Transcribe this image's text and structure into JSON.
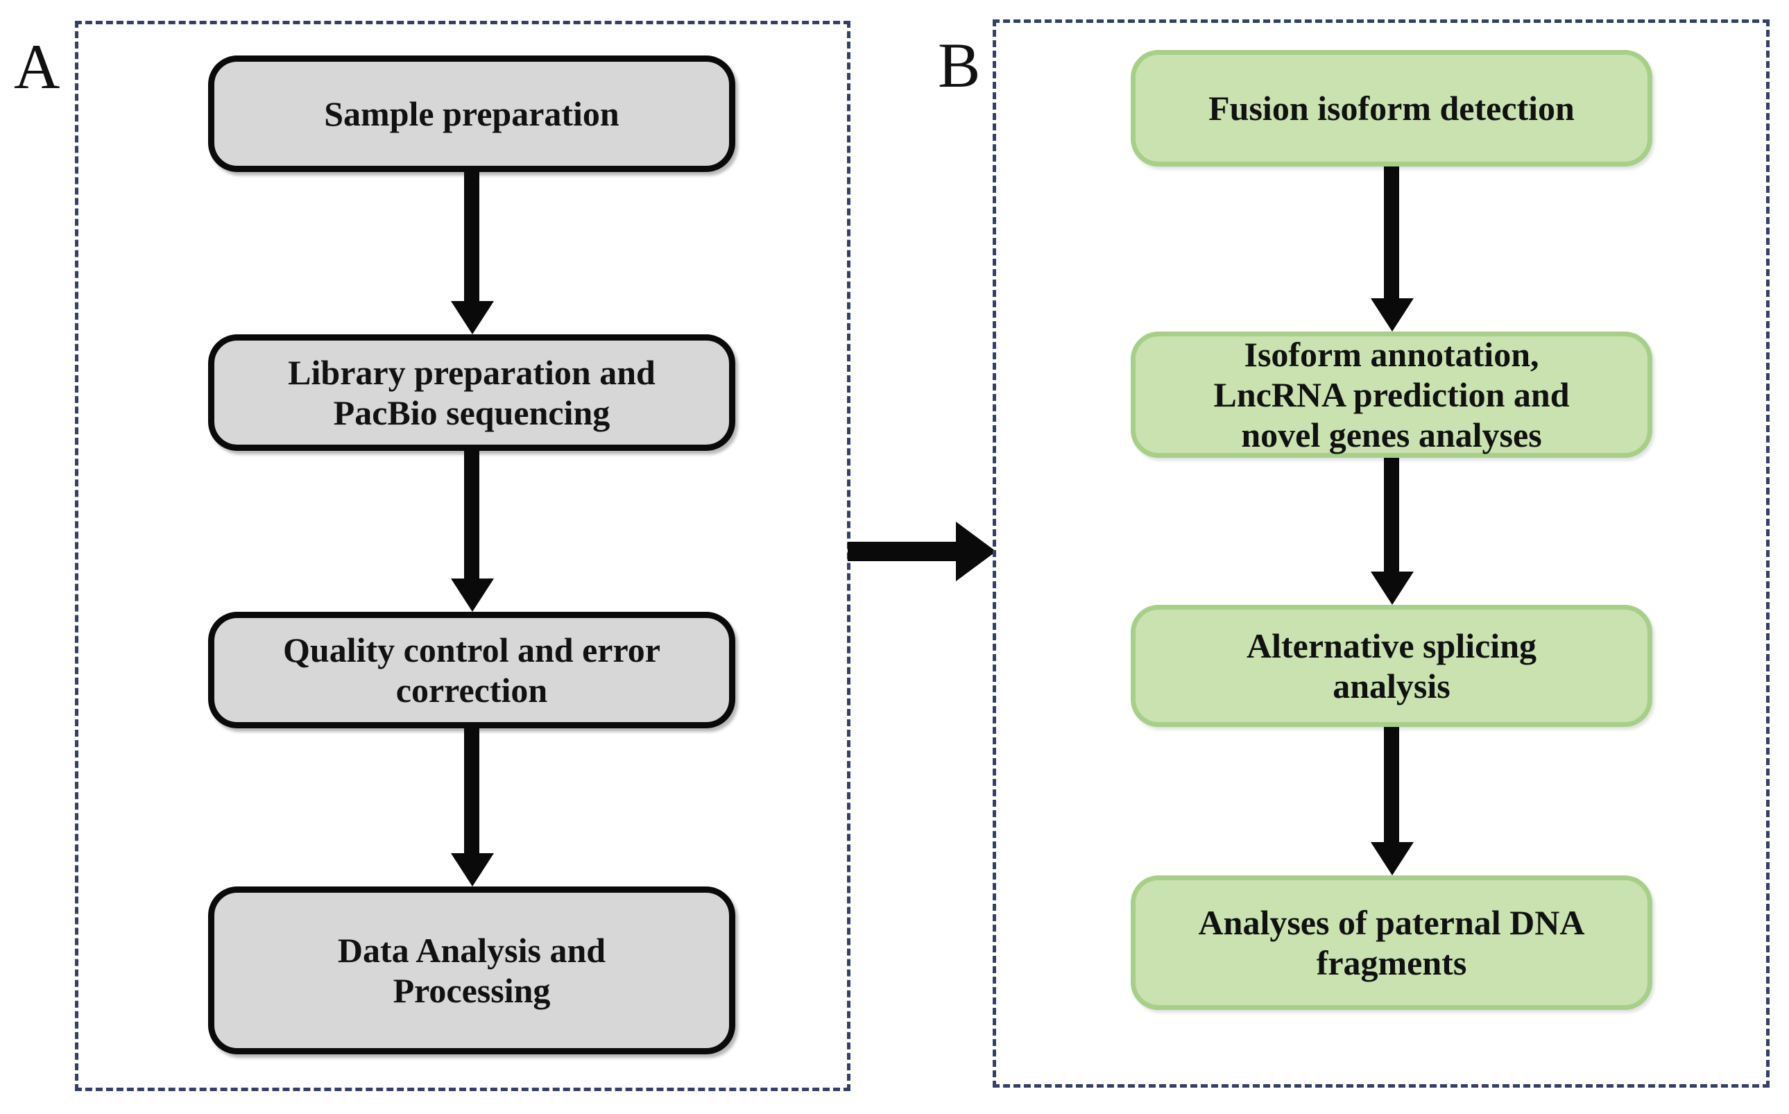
{
  "figure": {
    "type": "flowchart",
    "orientation": "two-panel-horizontal",
    "background_color": "#ffffff",
    "panel_border_color": "#33406b",
    "arrow_color": "#0a0a0a"
  },
  "panels": [
    {
      "letter": "A",
      "box_fill": "#d7d7d7",
      "box_border": "#0a0a0a",
      "steps": [
        {
          "label": "Sample preparation"
        },
        {
          "label": "Library preparation and\nPacBio sequencing"
        },
        {
          "label": "Quality control and error\ncorrection"
        },
        {
          "label": "Data Analysis and\nProcessing"
        }
      ]
    },
    {
      "letter": "B",
      "box_fill": "#c9e2b0",
      "box_border": "#a8cf87",
      "steps": [
        {
          "label": "Fusion isoform detection"
        },
        {
          "label": "Isoform annotation,\nLncRNA prediction and\nnovel genes analyses"
        },
        {
          "label": "Alternative splicing\nanalysis"
        },
        {
          "label": "Analyses of paternal DNA\nfragments"
        }
      ]
    }
  ],
  "connectors": {
    "panel_a_vertical": [
      {
        "from": "Sample preparation",
        "to": "Library preparation and PacBio sequencing"
      },
      {
        "from": "Library preparation and PacBio sequencing",
        "to": "Quality control and error correction"
      },
      {
        "from": "Quality control and error correction",
        "to": "Data Analysis and Processing"
      }
    ],
    "panel_b_vertical": [
      {
        "from": "Fusion isoform detection",
        "to": "Isoform annotation, LncRNA prediction and novel genes analyses"
      },
      {
        "from": "Isoform annotation, LncRNA prediction and novel genes analyses",
        "to": "Alternative splicing analysis"
      },
      {
        "from": "Alternative splicing analysis",
        "to": "Analyses of paternal DNA fragments"
      }
    ],
    "panel_a_to_b": {
      "from": "A",
      "to": "B",
      "direction": "right"
    }
  }
}
